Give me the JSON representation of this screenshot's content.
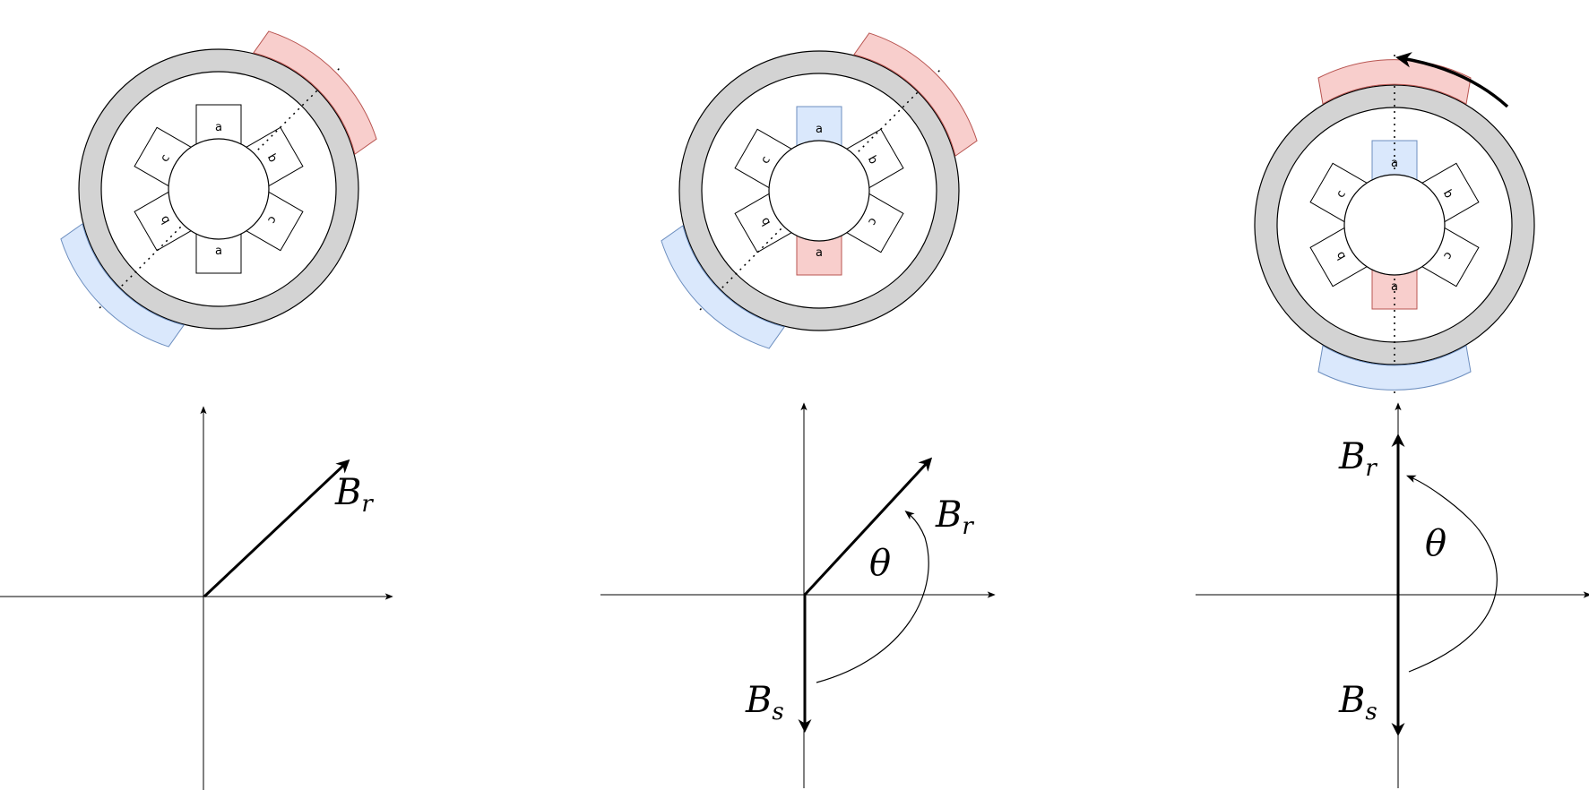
{
  "colors": {
    "stator_ring": "#d3d3d3",
    "north_pole_fill": "#f8cecc",
    "north_pole_stroke": "#b85450",
    "south_pole_fill": "#dae8fc",
    "south_pole_stroke": "#6c8ebf",
    "line": "#000000"
  },
  "slot_labels": {
    "a_top": "a",
    "a_bottom": "a",
    "b_upper": "b",
    "b_lower": "b",
    "c_upper": "c",
    "c_lower": "c"
  },
  "panels": [
    {
      "rotor_angle_deg": 45,
      "energized_phase": "none",
      "vectors": {
        "rotor_label": "B",
        "rotor_sub": "r",
        "stator_label": "",
        "stator_sub": "",
        "angle_label": ""
      }
    },
    {
      "rotor_angle_deg": 45,
      "energized_phase": "a",
      "vectors": {
        "rotor_label": "B",
        "rotor_sub": "r",
        "stator_label": "B",
        "stator_sub": "s",
        "angle_label": "θ"
      }
    },
    {
      "rotor_angle_deg": 90,
      "energized_phase": "a",
      "vectors": {
        "rotor_label": "B",
        "rotor_sub": "r",
        "stator_label": "B",
        "stator_sub": "s",
        "angle_label": "θ"
      }
    }
  ]
}
